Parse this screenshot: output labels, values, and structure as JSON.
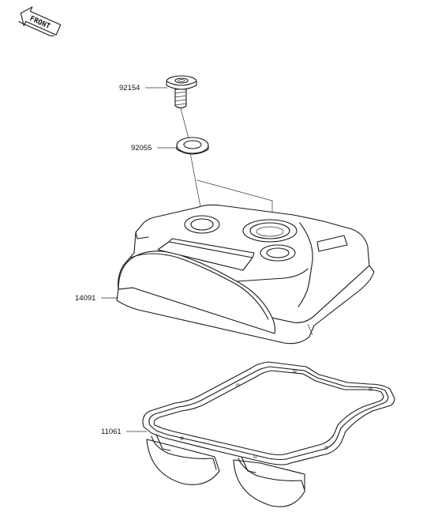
{
  "front_badge": {
    "text": "FRONT",
    "icon": "front-arrow-icon"
  },
  "parts": [
    {
      "number": "92154"
    },
    {
      "number": "92055"
    },
    {
      "number": "14091"
    },
    {
      "number": "11061"
    }
  ]
}
